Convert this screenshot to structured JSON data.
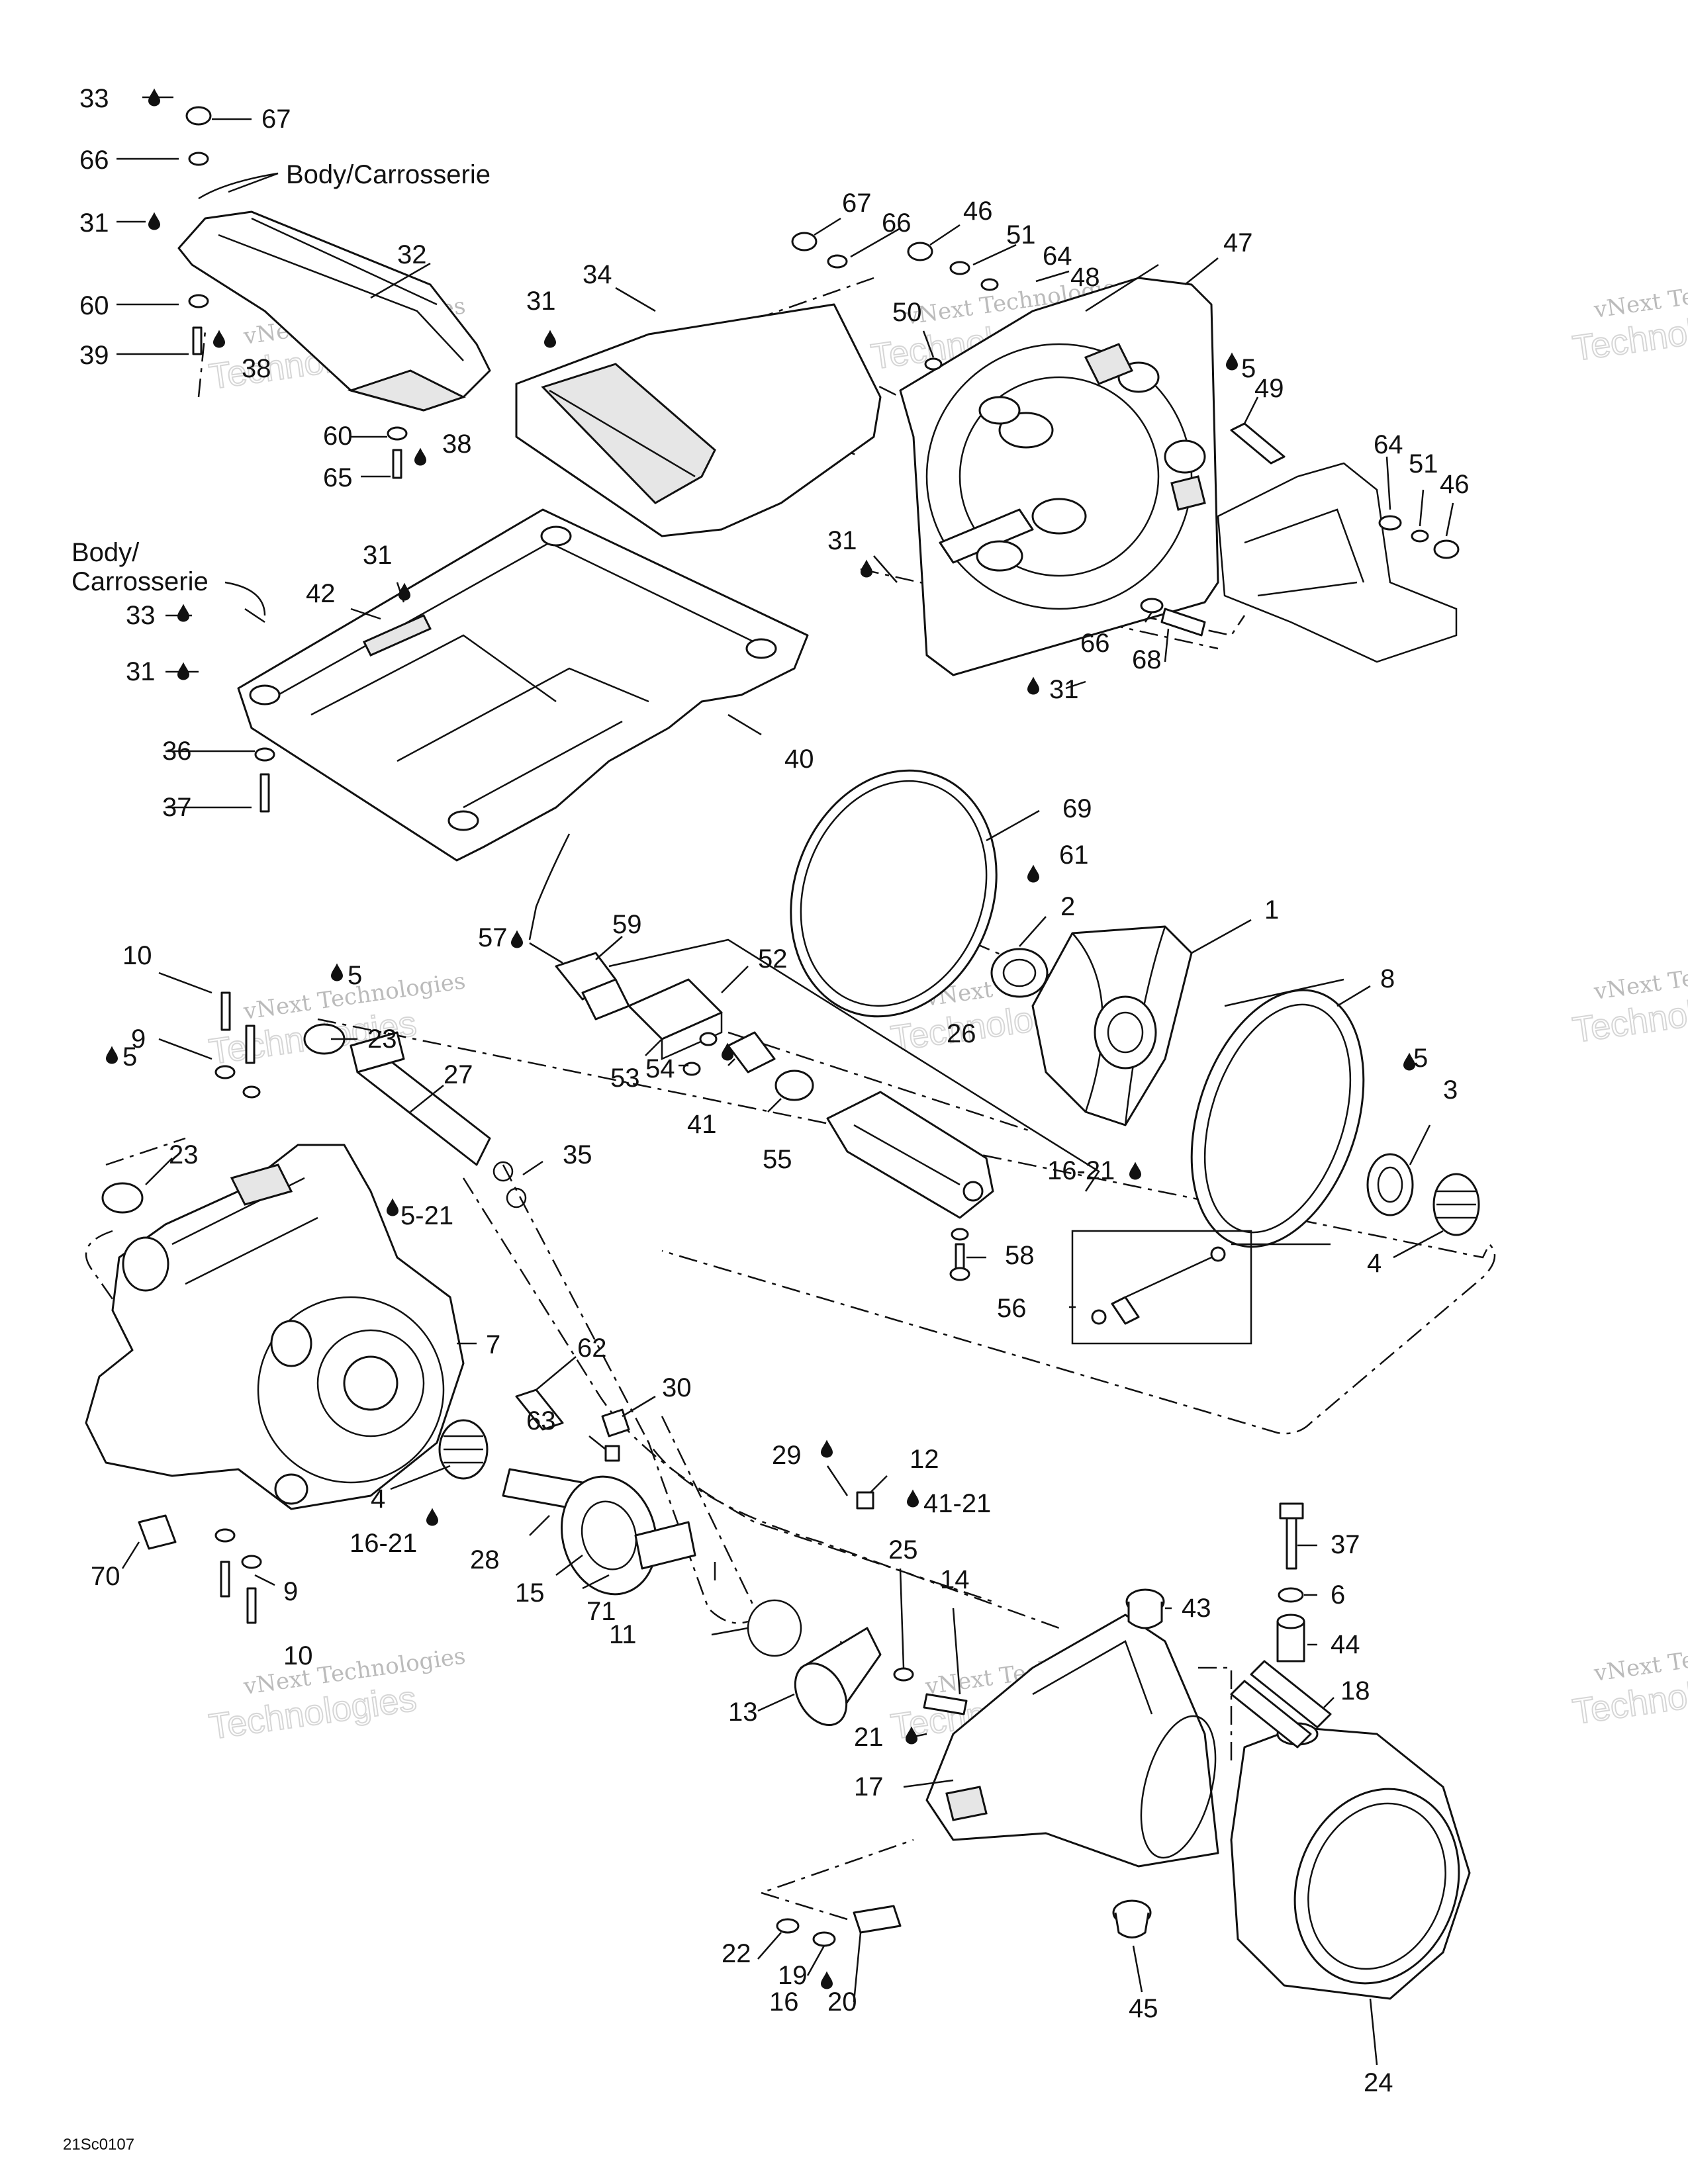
{
  "notes": {
    "body_top": "Body/Carrosserie",
    "body_left_1": "Body/",
    "body_left_2": "Carrosserie"
  },
  "drawing_code": "21Sc0107",
  "watermark": {
    "line1": "vNext Technologies",
    "line2": "Technologies"
  },
  "icons": {
    "lubricant": "lubricant-drop-icon"
  },
  "callouts": [
    {
      "id": "c1",
      "label": "33"
    },
    {
      "id": "c2",
      "label": "67"
    },
    {
      "id": "c3",
      "label": "66"
    },
    {
      "id": "c4",
      "label": "31"
    },
    {
      "id": "c5",
      "label": "32"
    },
    {
      "id": "c6",
      "label": "60"
    },
    {
      "id": "c7",
      "label": "39"
    },
    {
      "id": "c8",
      "label": "38"
    },
    {
      "id": "c9",
      "label": "60"
    },
    {
      "id": "c10",
      "label": "65"
    },
    {
      "id": "c11",
      "label": "38"
    },
    {
      "id": "c12",
      "label": "31"
    },
    {
      "id": "c13",
      "label": "34"
    },
    {
      "id": "c14",
      "label": "67"
    },
    {
      "id": "c15",
      "label": "66"
    },
    {
      "id": "c16",
      "label": "46"
    },
    {
      "id": "c17",
      "label": "51"
    },
    {
      "id": "c18",
      "label": "64"
    },
    {
      "id": "c19",
      "label": "48"
    },
    {
      "id": "c20",
      "label": "47"
    },
    {
      "id": "c21",
      "label": "50"
    },
    {
      "id": "c22",
      "label": "5"
    },
    {
      "id": "c23",
      "label": "49"
    },
    {
      "id": "c24",
      "label": "64"
    },
    {
      "id": "c25",
      "label": "51"
    },
    {
      "id": "c26",
      "label": "46"
    },
    {
      "id": "c27",
      "label": "31"
    },
    {
      "id": "c28",
      "label": "66"
    },
    {
      "id": "c29",
      "label": "68"
    },
    {
      "id": "c30",
      "label": "31"
    },
    {
      "id": "c31",
      "label": "31"
    },
    {
      "id": "c32",
      "label": "42"
    },
    {
      "id": "c33",
      "label": "33"
    },
    {
      "id": "c34",
      "label": "31"
    },
    {
      "id": "c35",
      "label": "36"
    },
    {
      "id": "c36",
      "label": "40"
    },
    {
      "id": "c37",
      "label": "37"
    },
    {
      "id": "c38",
      "label": "69"
    },
    {
      "id": "c39",
      "label": "61"
    },
    {
      "id": "c40",
      "label": "2"
    },
    {
      "id": "c41",
      "label": "1"
    },
    {
      "id": "c42",
      "label": "59"
    },
    {
      "id": "c43",
      "label": "57"
    },
    {
      "id": "c44",
      "label": "52"
    },
    {
      "id": "c45",
      "label": "26"
    },
    {
      "id": "c46",
      "label": "8"
    },
    {
      "id": "c47",
      "label": "10"
    },
    {
      "id": "c48",
      "label": "5"
    },
    {
      "id": "c49",
      "label": "23"
    },
    {
      "id": "c50",
      "label": "9"
    },
    {
      "id": "c51",
      "label": "27"
    },
    {
      "id": "c52",
      "label": "53"
    },
    {
      "id": "c53",
      "label": "54"
    },
    {
      "id": "c54",
      "label": "41"
    },
    {
      "id": "c55",
      "label": "55"
    },
    {
      "id": "c56",
      "label": "5"
    },
    {
      "id": "c57",
      "label": "3"
    },
    {
      "id": "c58",
      "label": "16-21"
    },
    {
      "id": "c59",
      "label": "5"
    },
    {
      "id": "c60",
      "label": "23"
    },
    {
      "id": "c61",
      "label": "35"
    },
    {
      "id": "c62",
      "label": "5-21"
    },
    {
      "id": "c63",
      "label": "4"
    },
    {
      "id": "c64",
      "label": "58"
    },
    {
      "id": "c65",
      "label": "56"
    },
    {
      "id": "c66",
      "label": "7"
    },
    {
      "id": "c67",
      "label": "62"
    },
    {
      "id": "c68",
      "label": "30"
    },
    {
      "id": "c69",
      "label": "63"
    },
    {
      "id": "c70",
      "label": "29"
    },
    {
      "id": "c71",
      "label": "12"
    },
    {
      "id": "c72",
      "label": "41-21"
    },
    {
      "id": "c73",
      "label": "4"
    },
    {
      "id": "c74",
      "label": "16-21"
    },
    {
      "id": "c75",
      "label": "28"
    },
    {
      "id": "c76",
      "label": "15"
    },
    {
      "id": "c77",
      "label": "71"
    },
    {
      "id": "c78",
      "label": "70"
    },
    {
      "id": "c79",
      "label": "9"
    },
    {
      "id": "c80",
      "label": "10"
    },
    {
      "id": "c81",
      "label": "25"
    },
    {
      "id": "c82",
      "label": "14"
    },
    {
      "id": "c83",
      "label": "37"
    },
    {
      "id": "c84",
      "label": "43"
    },
    {
      "id": "c85",
      "label": "6"
    },
    {
      "id": "c86",
      "label": "44"
    },
    {
      "id": "c87",
      "label": "11"
    },
    {
      "id": "c88",
      "label": "18"
    },
    {
      "id": "c89",
      "label": "13"
    },
    {
      "id": "c90",
      "label": "21"
    },
    {
      "id": "c91",
      "label": "17"
    },
    {
      "id": "c92",
      "label": "22"
    },
    {
      "id": "c93",
      "label": "19"
    },
    {
      "id": "c94",
      "label": "16"
    },
    {
      "id": "c95",
      "label": "20"
    },
    {
      "id": "c96",
      "label": "45"
    },
    {
      "id": "c97",
      "label": "24"
    }
  ]
}
